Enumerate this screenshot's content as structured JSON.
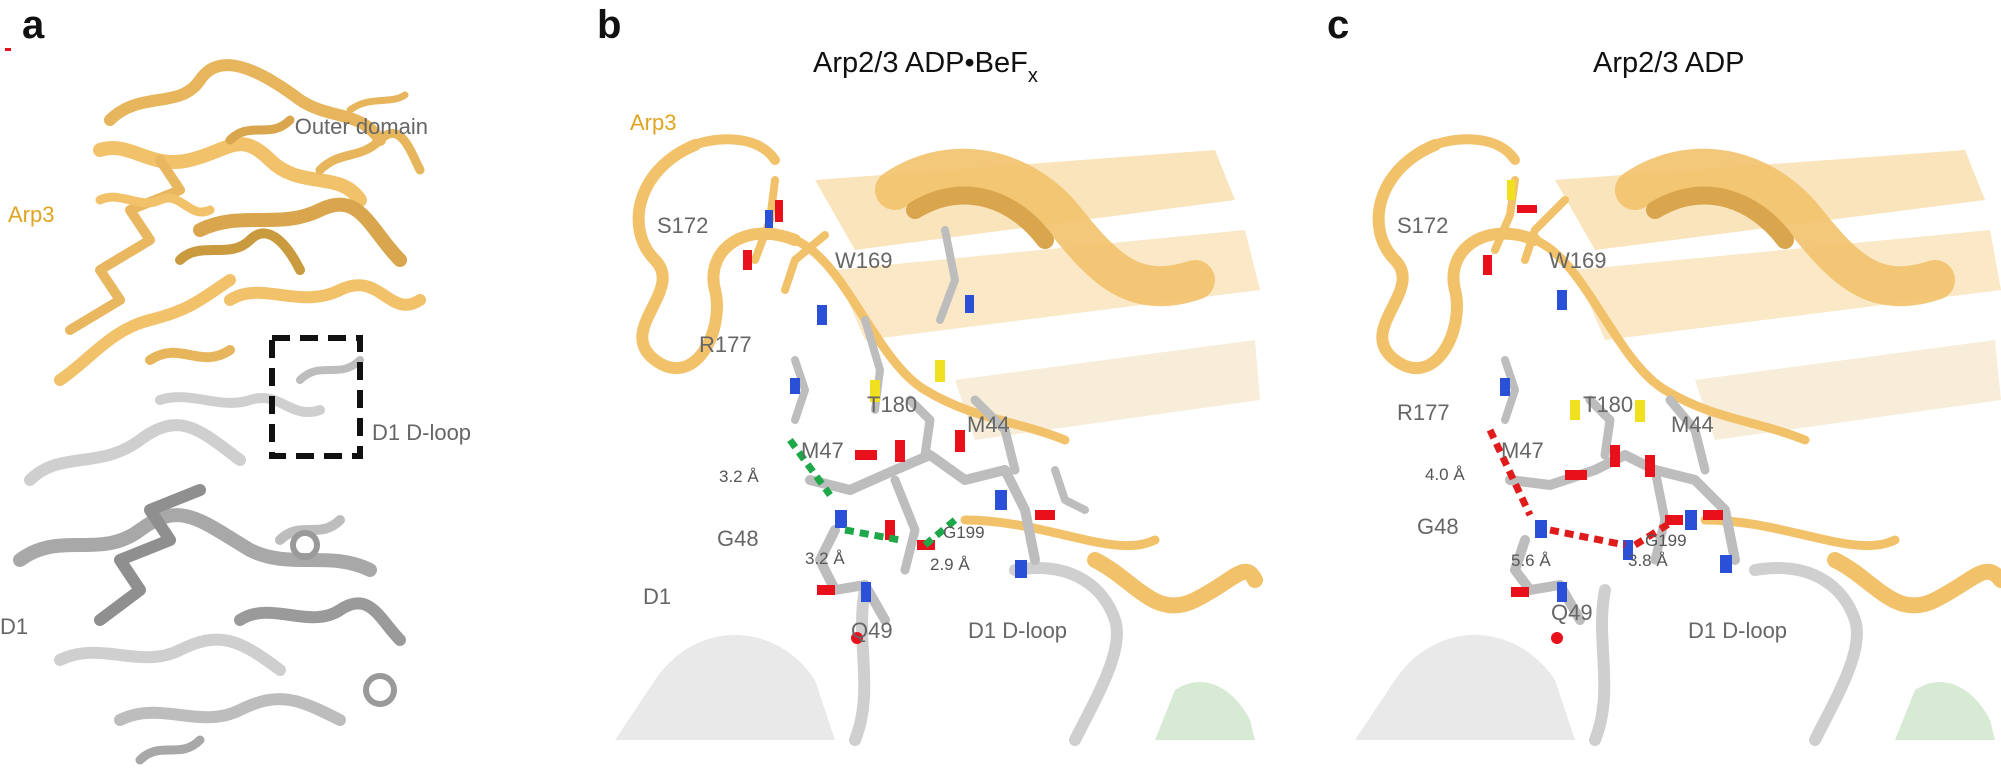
{
  "figure": {
    "panels": [
      {
        "id": "a",
        "label": "a",
        "labels": {
          "arp3": "Arp3",
          "outer_domain": "Outer domain",
          "d1": "D1",
          "d1_dloop": "D1 D-loop"
        }
      },
      {
        "id": "b",
        "label": "b",
        "title_main": "Arp2/3 ADP•BeF",
        "title_sub": "x",
        "labels": {
          "arp3": "Arp3",
          "s172": "S172",
          "w169": "W169",
          "r177": "R177",
          "t180": "T180",
          "m44": "M44",
          "m47": "M47",
          "g48": "G48",
          "g199": "G199",
          "q49": "Q49",
          "d1": "D1",
          "d1_dloop": "D1 D-loop"
        },
        "distances": [
          "3.2 Å",
          "3.2 Å",
          "2.9 Å"
        ],
        "bond_color": "#1fa84a"
      },
      {
        "id": "c",
        "label": "c",
        "title_main": "Arp2/3 ADP",
        "labels": {
          "s172": "S172",
          "w169": "W169",
          "r177": "R177",
          "t180": "T180",
          "m44": "M44",
          "m47": "M47",
          "g48": "G48",
          "g199": "G199",
          "q49": "Q49",
          "d1_dloop": "D1 D-loop"
        },
        "distances": [
          "4.0 Å",
          "5.6 Å",
          "3.8 Å"
        ],
        "bond_color": "#e01b1b"
      }
    ],
    "colors": {
      "arp3": "#f2c26b",
      "arp3_dark": "#c99a3e",
      "d1": "#cfcfcf",
      "d1_dark": "#8f8f8f",
      "oxygen": "#e8111b",
      "nitrogen": "#2b50d8",
      "sulfur": "#f0e020",
      "label_gold": "#e0a520"
    }
  }
}
